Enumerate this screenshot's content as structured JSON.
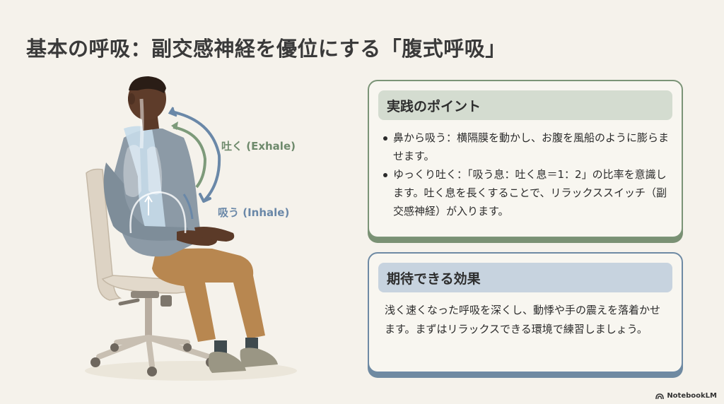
{
  "slide": {
    "title": "基本の呼吸：副交感神経を優位にする「腹式呼吸」",
    "background_color": "#f5f2eb"
  },
  "illustration": {
    "description": "Man seated upright in an office chair, hands on knees, with translucent lungs/diaphragm overlay and circular breathing arrows",
    "exhale_label": "吐く (Exhale)",
    "inhale_label": "吸う (Inhale)",
    "exhale_color": "#6e8a6c",
    "inhale_color": "#6a88a8"
  },
  "practice_card": {
    "heading": "実践のポイント",
    "accent_color": "#7b9477",
    "header_bg": "#d4dcd0",
    "bullets": [
      "鼻から吸う：横隔膜を動かし、お腹を風船のように膨らませます。",
      "ゆっくり吐く：「吸う息：吐く息＝1：2」の比率を意識します。吐く息を長くすることで、リラックススイッチ（副交感神経）が入ります。"
    ]
  },
  "effect_card": {
    "heading": "期待できる効果",
    "accent_color": "#6e8aa4",
    "header_bg": "#c7d3df",
    "body": "浅く速くなった呼吸を深くし、動悸や手の震えを落着かせます。まずはリラックスできる環境で練習しましょう。"
  },
  "watermark": {
    "label": "NotebookLM",
    "icon": "notebooklm-logo-icon"
  }
}
